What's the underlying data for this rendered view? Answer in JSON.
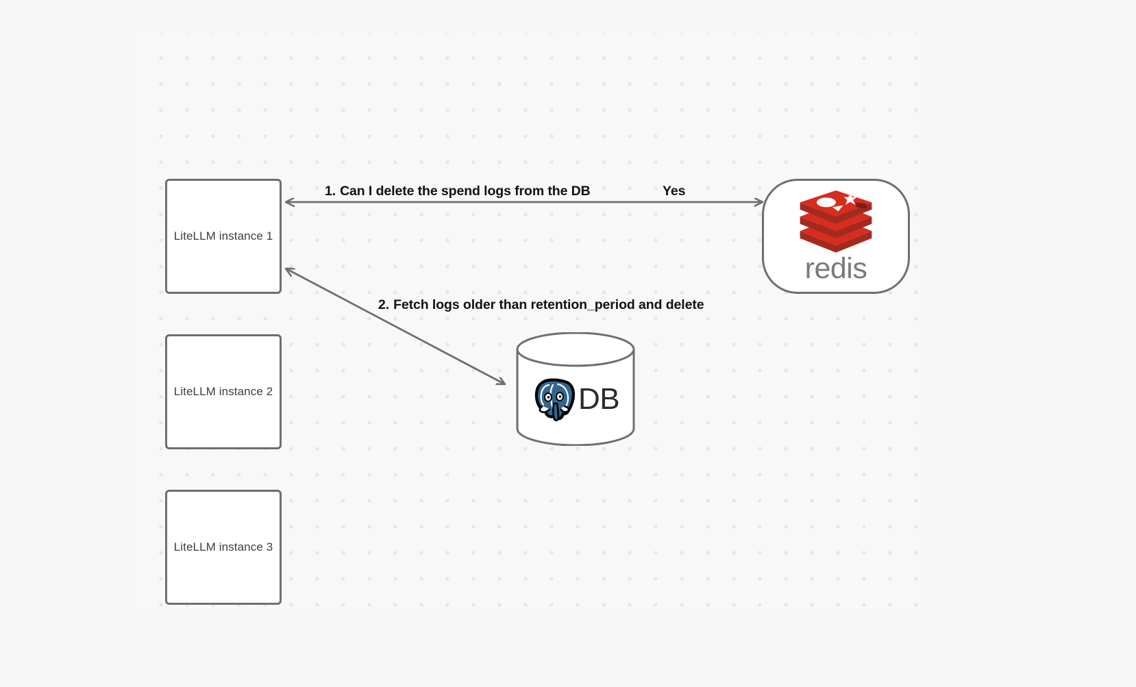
{
  "diagram": {
    "background_color": "#f8f8f8",
    "grid_dot_color": "#e6e6e7",
    "node_border_color": "#6e6e6e",
    "nodes": [
      {
        "id": "litellm-1",
        "label": "LiteLLM instance 1"
      },
      {
        "id": "litellm-2",
        "label": "LiteLLM instance 2"
      },
      {
        "id": "litellm-3",
        "label": "LiteLLM instance 3"
      },
      {
        "id": "redis",
        "label": "redis",
        "brand_color": "#d82c20",
        "wordmark_color": "#7a7a7a"
      },
      {
        "id": "database",
        "label": "DB",
        "logo": "postgresql-elephant-icon",
        "logo_color": "#336791"
      }
    ],
    "edges": [
      {
        "id": "edge-redis-to-litellm",
        "step": "1.",
        "label": "Can I delete the spend logs from the DB",
        "reply": "Yes",
        "from": "litellm-1",
        "to": "redis"
      },
      {
        "id": "edge-db-to-litellm",
        "step": "2.",
        "label": "Fetch logs older than retention_period and delete",
        "from": "litellm-1",
        "to": "database"
      }
    ]
  }
}
